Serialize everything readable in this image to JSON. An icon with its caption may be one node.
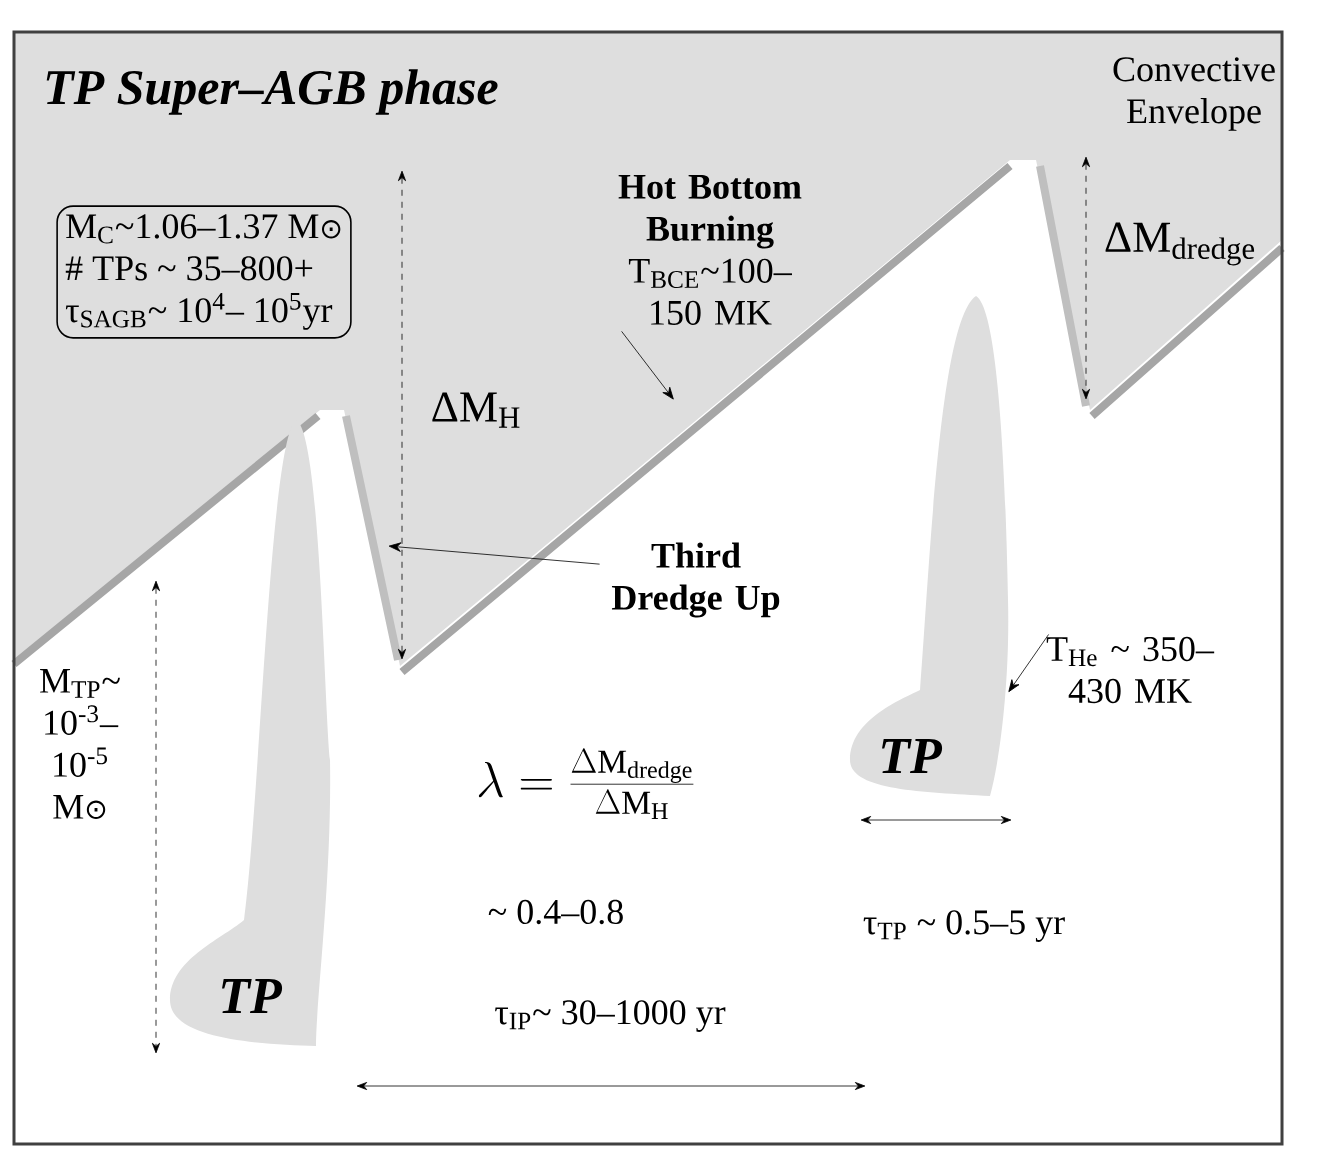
{
  "diagram": {
    "title": "TP Super–AGB phase",
    "nodes": [
      {
        "text": [
          "M$_{C}$~1.06–1.37 M⊙",
          "# TPs  ~ 35–800+",
          "τ$_{SAGB}$~ 10$^{4}$– 10$^{5}$yr"
        ]
      },
      {
        "text": [
          "Hot Bottom Burning",
          "T$_{BCE}$~100–150 MK"
        ]
      },
      {
        "text": [
          "Third Dredge Up"
        ]
      },
      {
        "text": [
          "TP"
        ]
      },
      {
        "text": [
          "TP"
        ]
      },
      {
        "text": [
          "T$_{He}$ ~ 350–430 MK"
        ]
      }
    ],
    "edges": [
      {
        "from": 1,
        "to": null,
        "arrow": "to"
      },
      {
        "from": 2,
        "to": null,
        "arrow": "to"
      },
      {
        "from": 5,
        "to": 4,
        "arrow": "to"
      }
    ],
    "labels": [
      "Convective Envelope",
      "ΔM$_{H}$",
      "ΔM$_{dredge}$",
      "M$_{TP}$~ 10$^{-3}$–10$^{-5}$ M⊙",
      "\\lambda = \\frac{\\Delta \\mathrm{M}_{\\mathrm{dredge}}}{\\Delta \\mathrm{M}_{\\mathrm{H}}}",
      "~ 0.4–0.8",
      "τ$_{TP}$ ~ 0.5–5 yr",
      "τ$_{IP}$~ 30–1000 yr"
    ]
  }
}
